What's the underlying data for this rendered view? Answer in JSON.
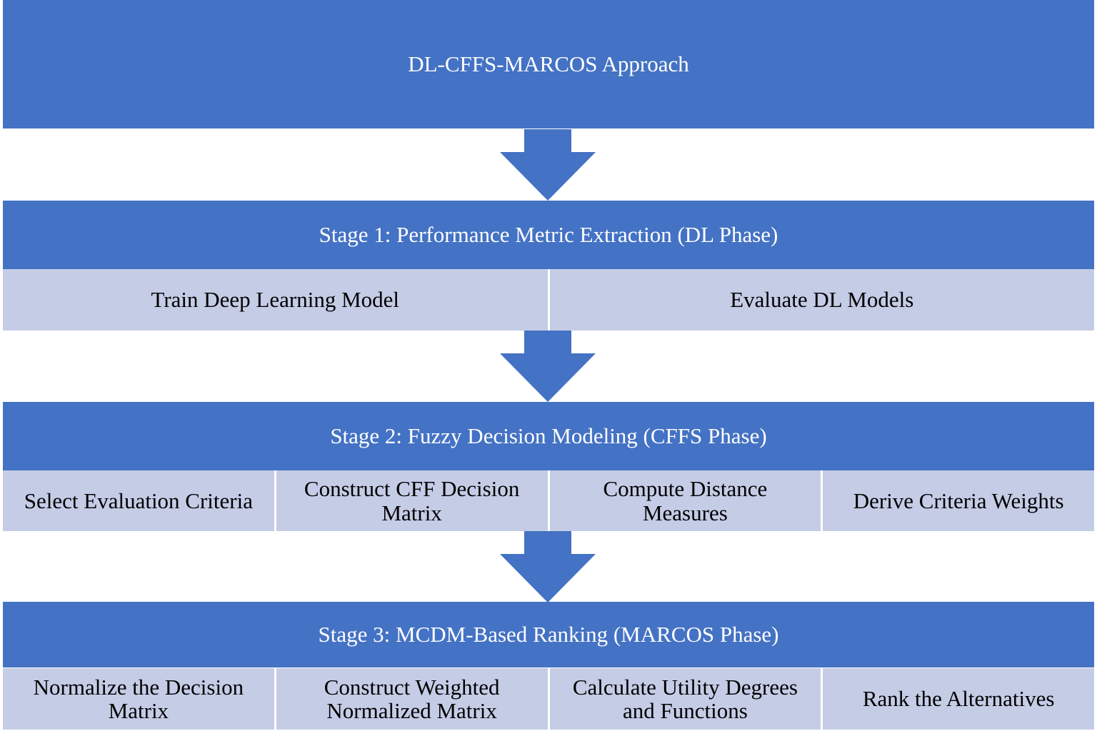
{
  "title": "DL-CFFS-MARCOS Approach",
  "colors": {
    "header": "#4472C4",
    "step": "#C5CCE6",
    "arrow": "#4472C4"
  },
  "stages": [
    {
      "label": "Stage 1: Performance Metric Extraction (DL Phase)",
      "steps": [
        "Train Deep Learning Model",
        "Evaluate DL Models"
      ]
    },
    {
      "label": "Stage 2: Fuzzy Decision Modeling (CFFS Phase)",
      "steps": [
        "Select Evaluation Criteria",
        "Construct CFF Decision Matrix",
        "Compute Distance Measures",
        "Derive Criteria Weights"
      ]
    },
    {
      "label": "Stage 3: MCDM-Based Ranking (MARCOS Phase)",
      "steps": [
        "Normalize the Decision Matrix",
        "Construct Weighted Normalized Matrix",
        "Calculate Utility Degrees and Functions",
        "Rank the Alternatives"
      ]
    }
  ]
}
